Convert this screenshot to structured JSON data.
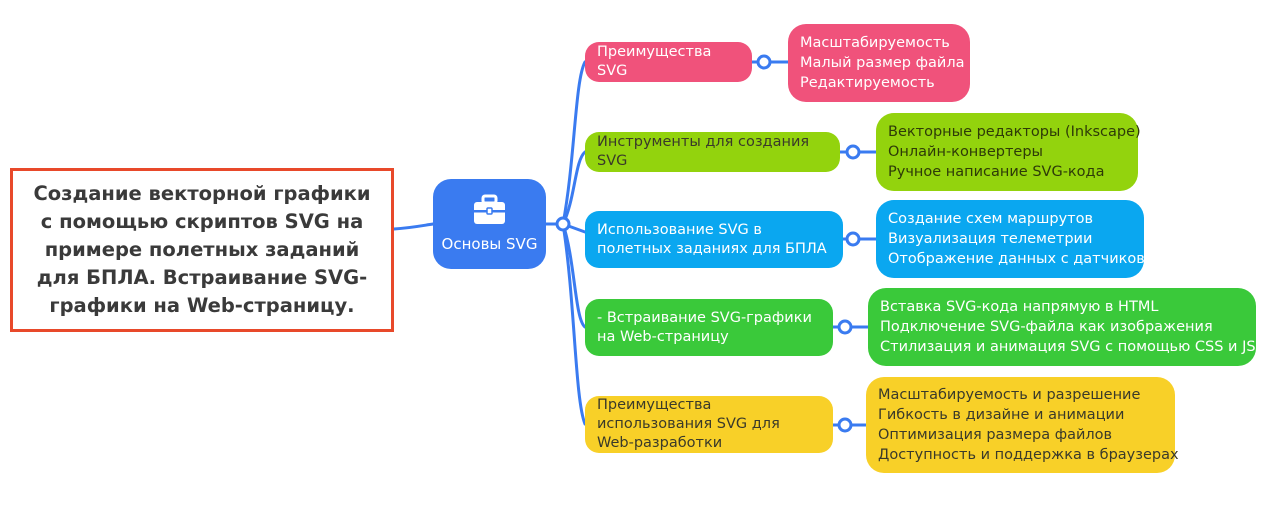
{
  "root": {
    "title": "Создание векторной графики с помощью скриптов SVG на примере полетных заданий для БПЛА. Встраивание SVG-графики на Web-страницу."
  },
  "center": {
    "label": "Основы SVG",
    "icon": "briefcase-icon"
  },
  "colors": {
    "root_border": "#e8492a",
    "center": "#3a7bf0",
    "connector": "#3a7bf0",
    "pink": "#f0527b",
    "lime": "#93d30d",
    "blue": "#0aa7f0",
    "green": "#3ac93a",
    "yellow": "#f8d028"
  },
  "branches": [
    {
      "label": "Преимущества SVG",
      "color": "pink",
      "items": [
        "Масштабируемость",
        "Малый размер файла",
        "Редактируемость"
      ]
    },
    {
      "label": "Инструменты для создания SVG",
      "color": "lime",
      "items": [
        "Векторные редакторы (Inkscape)",
        "Онлайн-конвертеры",
        "Ручное написание SVG-кода"
      ]
    },
    {
      "label": "Использование SVG в полетных заданиях для БПЛА",
      "color": "blue",
      "items": [
        "Создание схем маршрутов",
        "Визуализация телеметрии",
        "Отображение данных с датчиков"
      ]
    },
    {
      "label": "- Встраивание SVG-графики на Web-страницу",
      "color": "green",
      "items": [
        "Вставка SVG-кода напрямую в HTML",
        "Подключение SVG-файла как изображения",
        "Стилизация и анимация SVG с помощью CSS и JS"
      ]
    },
    {
      "label": "Преимущества использования SVG для Web-разработки",
      "color": "yellow",
      "items": [
        "Масштабируемость и разрешение",
        "Гибкость в дизайне и анимации",
        "Оптимизация размера файлов",
        "Доступность и поддержка в браузерах"
      ]
    }
  ]
}
